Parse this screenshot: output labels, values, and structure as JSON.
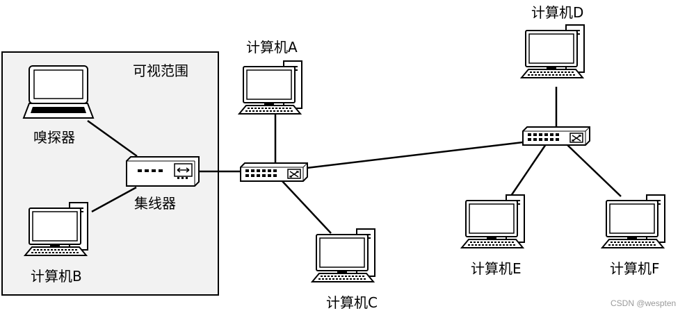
{
  "region": {
    "label": "可视范围",
    "fill": "#f2f2f2"
  },
  "nodes": {
    "sniffer": {
      "label": "嗅探器",
      "icon": "laptop-icon"
    },
    "hub": {
      "label": "集线器",
      "icon": "hub-icon"
    },
    "computerA": {
      "label": "计算机A",
      "icon": "desktop-computer-icon"
    },
    "computerB": {
      "label": "计算机B",
      "icon": "desktop-computer-icon"
    },
    "computerC": {
      "label": "计算机C",
      "icon": "desktop-computer-icon"
    },
    "computerD": {
      "label": "计算机D",
      "icon": "desktop-computer-icon"
    },
    "computerE": {
      "label": "计算机E",
      "icon": "desktop-computer-icon"
    },
    "computerF": {
      "label": "计算机F",
      "icon": "desktop-computer-icon"
    },
    "switch1": {
      "icon": "switch-icon"
    },
    "switch2": {
      "icon": "switch-icon"
    }
  },
  "watermark": "CSDN @wespten"
}
